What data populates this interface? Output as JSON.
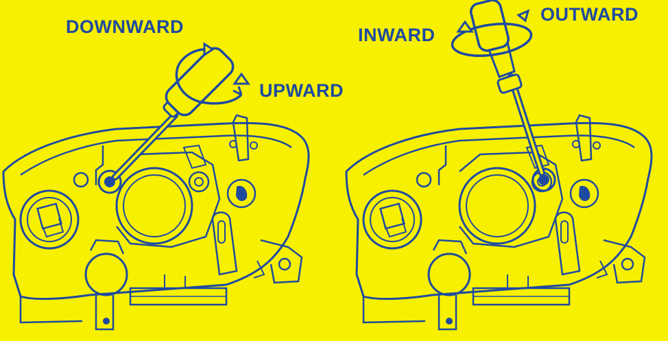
{
  "colors": {
    "background": "#f7f000",
    "line": "#1f4aa0"
  },
  "panels": {
    "left": {
      "label_primary": "DOWNWARD",
      "label_secondary": "UPWARD",
      "adjust_axis": "vertical"
    },
    "right": {
      "label_primary": "INWARD",
      "label_secondary": "OUTWARD",
      "adjust_axis": "horizontal"
    }
  }
}
